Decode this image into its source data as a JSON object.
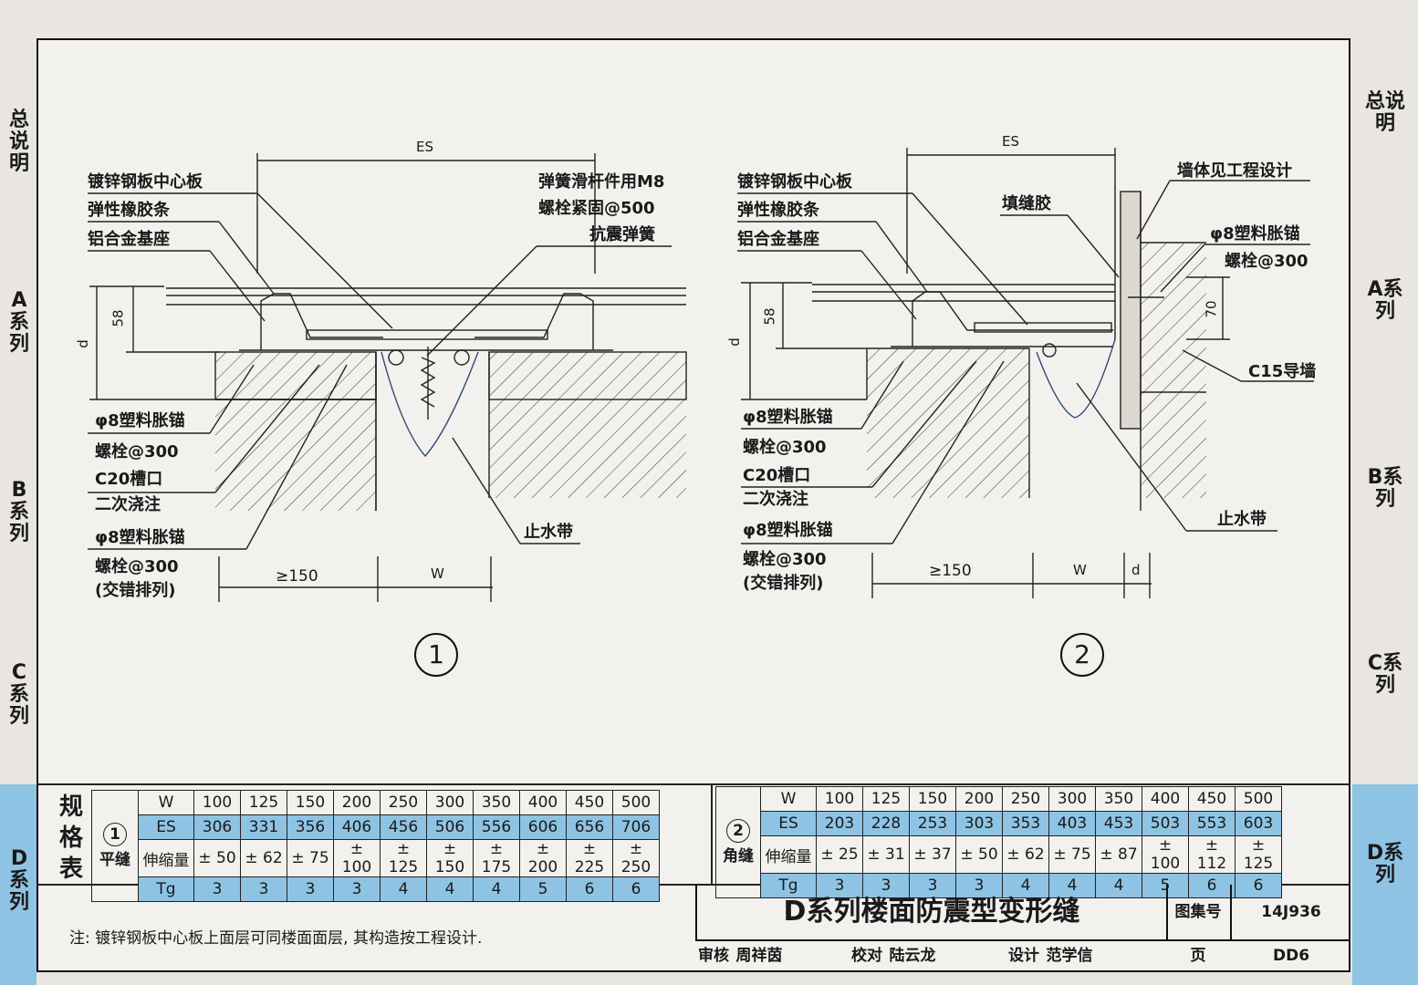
{
  "side_tabs_left": [
    "总说明",
    "A系列",
    "B系列",
    "C系列",
    "D系列"
  ],
  "side_tabs_right": [
    "总说明",
    "A系列",
    "B系列",
    "C系列",
    "D系列"
  ],
  "drawing1": {
    "number": "1",
    "dim_top": "ES",
    "dim_58": "58",
    "dim_d": "d",
    "dim_150": "≥150",
    "dim_w": "W",
    "labels_left": [
      "镀锌钢板中心板",
      "弹性橡胶条",
      "铝合金基座"
    ],
    "labels_right": [
      "弹簧滑杆件用M8",
      "螺栓紧固@500",
      "抗震弹簧"
    ],
    "labels_bottom": [
      "φ8塑料胀锚",
      "螺栓@300",
      "C20槽口",
      "二次浇注",
      "φ8塑料胀锚",
      "螺栓@300",
      "(交错排列)"
    ],
    "waterstop": "止水带"
  },
  "drawing2": {
    "number": "2",
    "dim_top": "ES",
    "dim_58": "58",
    "dim_d": "d",
    "dim_70": "70",
    "dim_150": "≥150",
    "dim_w": "W",
    "dim_d2": "d",
    "labels_left": [
      "镀锌钢板中心板",
      "弹性橡胶条",
      "铝合金基座"
    ],
    "filler": "填缝胶",
    "labels_right": [
      "墙体见工程设计",
      "φ8塑料胀锚",
      "螺栓@300",
      "C15导墙",
      "止水带"
    ],
    "labels_bottom": [
      "φ8塑料胀锚",
      "螺栓@300",
      "C20槽口",
      "二次浇注",
      "φ8塑料胀锚",
      "螺栓@300",
      "(交错排列)"
    ]
  },
  "spec": {
    "label": "规格表",
    "t1": {
      "num": "1",
      "name": "平缝",
      "rows": [
        {
          "key": "W",
          "vals": [
            "100",
            "125",
            "150",
            "200",
            "250",
            "300",
            "350",
            "400",
            "450",
            "500"
          ]
        },
        {
          "key": "ES",
          "vals": [
            "306",
            "331",
            "356",
            "406",
            "456",
            "506",
            "556",
            "606",
            "656",
            "706"
          ]
        },
        {
          "key": "伸缩量",
          "vals": [
            "± 50",
            "± 62",
            "± 75",
            "± 100",
            "± 125",
            "± 150",
            "± 175",
            "± 200",
            "± 225",
            "± 250"
          ]
        },
        {
          "key": "Tg",
          "vals": [
            "3",
            "3",
            "3",
            "3",
            "4",
            "4",
            "4",
            "5",
            "6",
            "6"
          ]
        }
      ]
    },
    "t2": {
      "num": "2",
      "name": "角缝",
      "rows": [
        {
          "key": "W",
          "vals": [
            "100",
            "125",
            "150",
            "200",
            "250",
            "300",
            "350",
            "400",
            "450",
            "500"
          ]
        },
        {
          "key": "ES",
          "vals": [
            "203",
            "228",
            "253",
            "303",
            "353",
            "403",
            "453",
            "503",
            "553",
            "603"
          ]
        },
        {
          "key": "伸缩量",
          "vals": [
            "± 25",
            "± 31",
            "± 37",
            "± 50",
            "± 62",
            "± 75",
            "± 87",
            "± 100",
            "± 112",
            "± 125"
          ]
        },
        {
          "key": "Tg",
          "vals": [
            "3",
            "3",
            "3",
            "3",
            "4",
            "4",
            "4",
            "5",
            "6",
            "6"
          ]
        }
      ]
    }
  },
  "note": "注: 镀锌钢板中心板上面层可同楼面面层, 其构造按工程设计.",
  "title_block": {
    "title": "D系列楼面防震型变形缝",
    "atlas_label": "图集号",
    "atlas_no": "14J936",
    "page_label": "页",
    "page_no": "DD6",
    "review_label": "审核",
    "review_name": "周祥茵",
    "check_label": "校对",
    "check_name": "陆云龙",
    "design_label": "设计",
    "design_name": "范学信"
  }
}
